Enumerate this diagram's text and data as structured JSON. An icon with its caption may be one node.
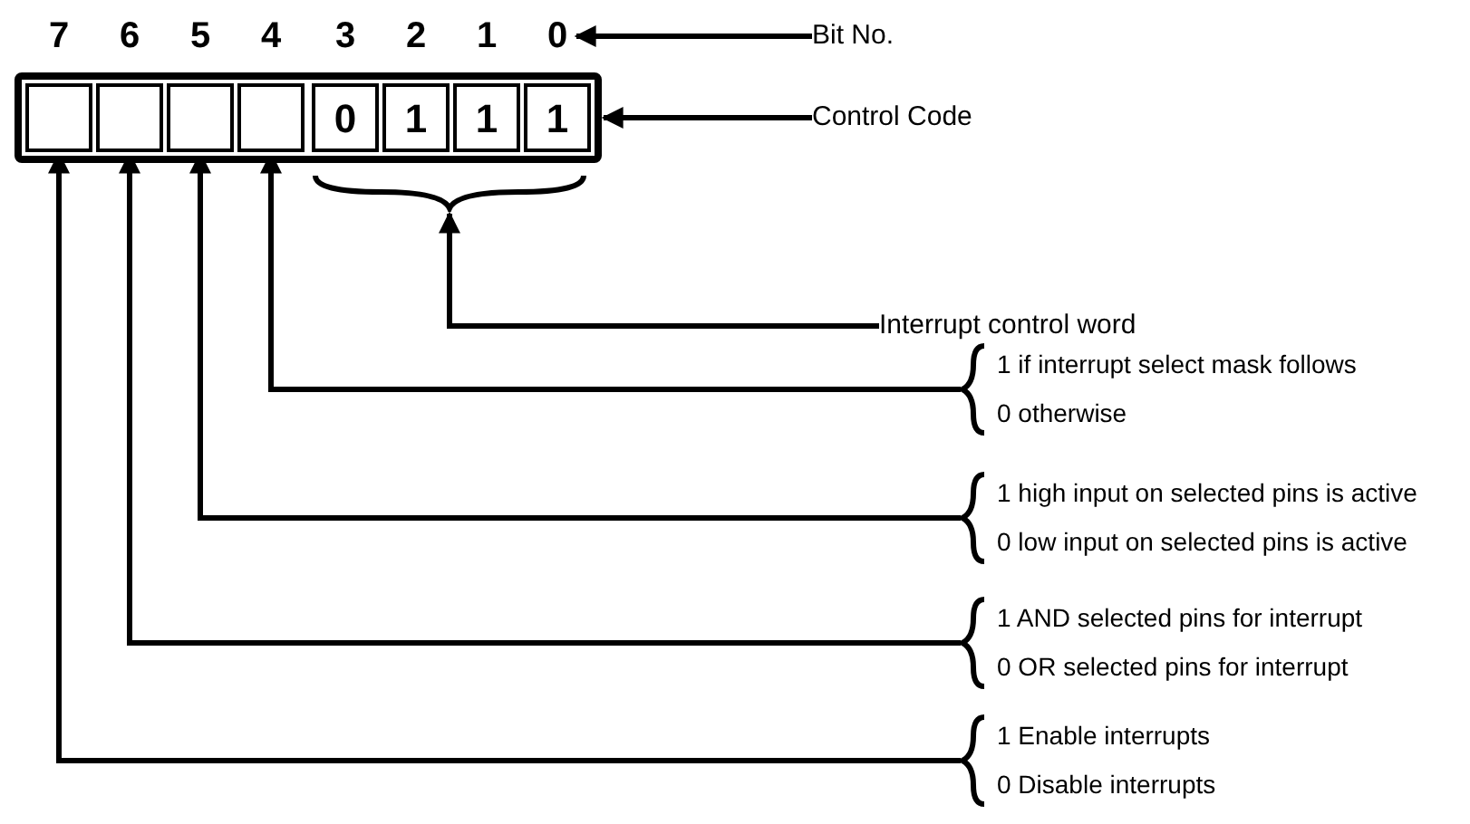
{
  "diagram": {
    "nodes": [
      {
        "text": [],
        "shape": "box"
      },
      {
        "text": [],
        "shape": "box",
        "in": 0
      },
      {
        "text": [],
        "shape": "box",
        "in": 0
      },
      {
        "text": [],
        "shape": "box",
        "in": 0
      },
      {
        "text": [],
        "shape": "box",
        "in": 0
      },
      {
        "text": [
          "0"
        ],
        "in": 0
      },
      {
        "text": [
          "1"
        ],
        "in": 0
      },
      {
        "text": [
          "1"
        ],
        "in": 0
      },
      {
        "text": [
          "1"
        ],
        "in": 0
      },
      {
        "text": [
          "Bit No."
        ]
      },
      {
        "text": [
          "Control Code"
        ]
      },
      {
        "text": [],
        "shape": "brace"
      },
      {
        "text": [
          "Interrupt control word"
        ]
      },
      {
        "text": [
          "1 if interrupt select mask follows",
          "0 otherwise"
        ]
      },
      {
        "text": [
          "1 high input on selected pins is active",
          "0 low input on selected pins is active"
        ]
      },
      {
        "text": [
          "1 AND selected pins for interrupt",
          "0 OR selected pins for interrupt"
        ]
      },
      {
        "text": [
          "1 Enable interrupts",
          "0 Disable interrupts"
        ]
      },
      {
        "text": [
          "7"
        ]
      },
      {
        "text": [
          "6"
        ]
      },
      {
        "text": [
          "5"
        ]
      },
      {
        "text": [
          "4"
        ]
      },
      {
        "text": [
          "3"
        ]
      },
      {
        "text": [
          "2"
        ]
      },
      {
        "text": [
          "1"
        ]
      },
      {
        "text": [
          "0"
        ]
      }
    ],
    "edges": [
      {
        "from": 9,
        "to": 24,
        "arrow": "to"
      },
      {
        "from": 10,
        "to": 0,
        "arrow": "to"
      },
      {
        "from": 12,
        "to": 11,
        "arrow": "to"
      },
      {
        "from": 13,
        "to": 4,
        "arrow": "to"
      },
      {
        "from": 14,
        "to": 3,
        "arrow": "to"
      },
      {
        "from": 15,
        "to": 2,
        "arrow": "to"
      },
      {
        "from": 16,
        "to": 1,
        "arrow": "to"
      }
    ]
  }
}
